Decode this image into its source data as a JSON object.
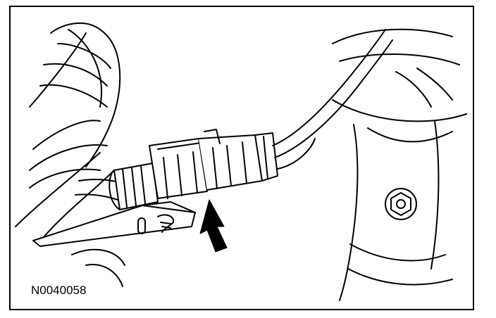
{
  "figure": {
    "id_label": "N0040058",
    "colors": {
      "line": "#000000",
      "background": "#ffffff",
      "arrow": "#000000"
    },
    "components": [
      "wiring-harness-conduit",
      "sensor-electrical-connector",
      "mounting-bracket",
      "sensor-wire",
      "exhaust-component",
      "flange-bolt",
      "indicator-arrow"
    ]
  }
}
